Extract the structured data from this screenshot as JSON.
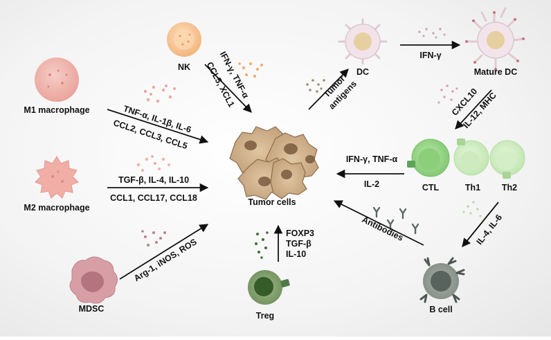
{
  "cells": {
    "nk": "NK",
    "m1": "M1 macrophage",
    "m2": "M2 macrophage",
    "mdsc": "MDSC",
    "treg": "Treg",
    "dc": "DC",
    "mature_dc": "Mature DC",
    "ctl": "CTL",
    "th1": "Th1",
    "th2": "Th2",
    "bcell": "B cell",
    "tumor": "Tumor cells"
  },
  "labels": {
    "nk_line1": "IFN-γ, TNF-α",
    "nk_line2": "CCL5, XCL1",
    "m1_line1": "TNF-α, IL-1β, IL-6",
    "m1_line2": "CCL2, CCL3, CCL5",
    "m2_line1": "TGF-β, IL-4, IL-10",
    "m2_line2": "CCL1, CCL17, CCL18",
    "mdsc_line": "Arg-1, iNOS, ROS",
    "treg_line1": "FOXP3",
    "treg_line2": "TGF-β",
    "treg_line3": "IL-10",
    "tumor_antigens_1": "Tumor",
    "tumor_antigens_2": "antigens",
    "dc_ifn": "IFN-γ",
    "cxcl10": "CXCL10",
    "il12": "IL-12, MHC",
    "ctl_line1": "IFN-γ, TNF-α",
    "ctl_line2": "IL-2",
    "il4": "IL-4, IL-6",
    "antibodies": "Antibodies"
  },
  "colors": {
    "m1": "#f1b7b0",
    "m2": "#f3b9b3",
    "mdsc": "#c98f97",
    "nk": "#f8cda2",
    "dc": "#efe0e6",
    "ctl": "#9bd88e",
    "treg": "#3d6b30",
    "bcell": "#6f7a74",
    "tumor": "#ccb08c"
  }
}
